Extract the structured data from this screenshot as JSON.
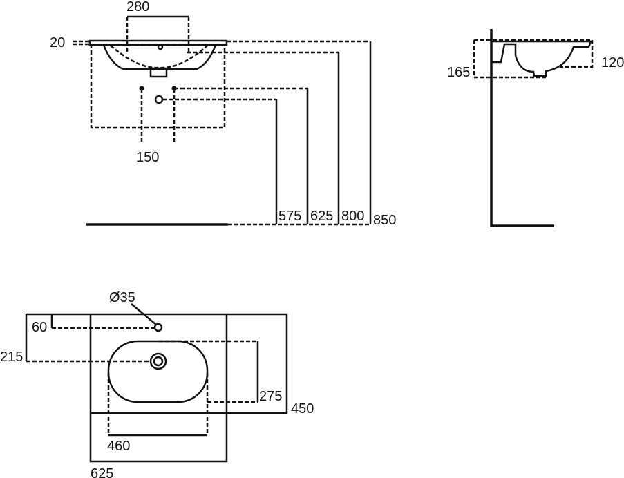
{
  "front_view": {
    "dim_top_thickness": "20",
    "dim_tap_spacing": "280",
    "dim_pipe_spacing": "150",
    "dim_waste_height": "575",
    "dim_supply_height": "625",
    "dim_bowl_height": "800",
    "dim_rim_height": "850"
  },
  "side_view": {
    "dim_total_depth": "165",
    "dim_bowl_depth": "120"
  },
  "plan_view": {
    "dim_tap_hole_diameter": "Ø35",
    "dim_tap_hole_offset": "60",
    "dim_waste_offset": "215",
    "dim_bowl_depth": "275",
    "dim_overall_depth": "450",
    "dim_bowl_width": "460",
    "dim_overall_width": "625"
  }
}
